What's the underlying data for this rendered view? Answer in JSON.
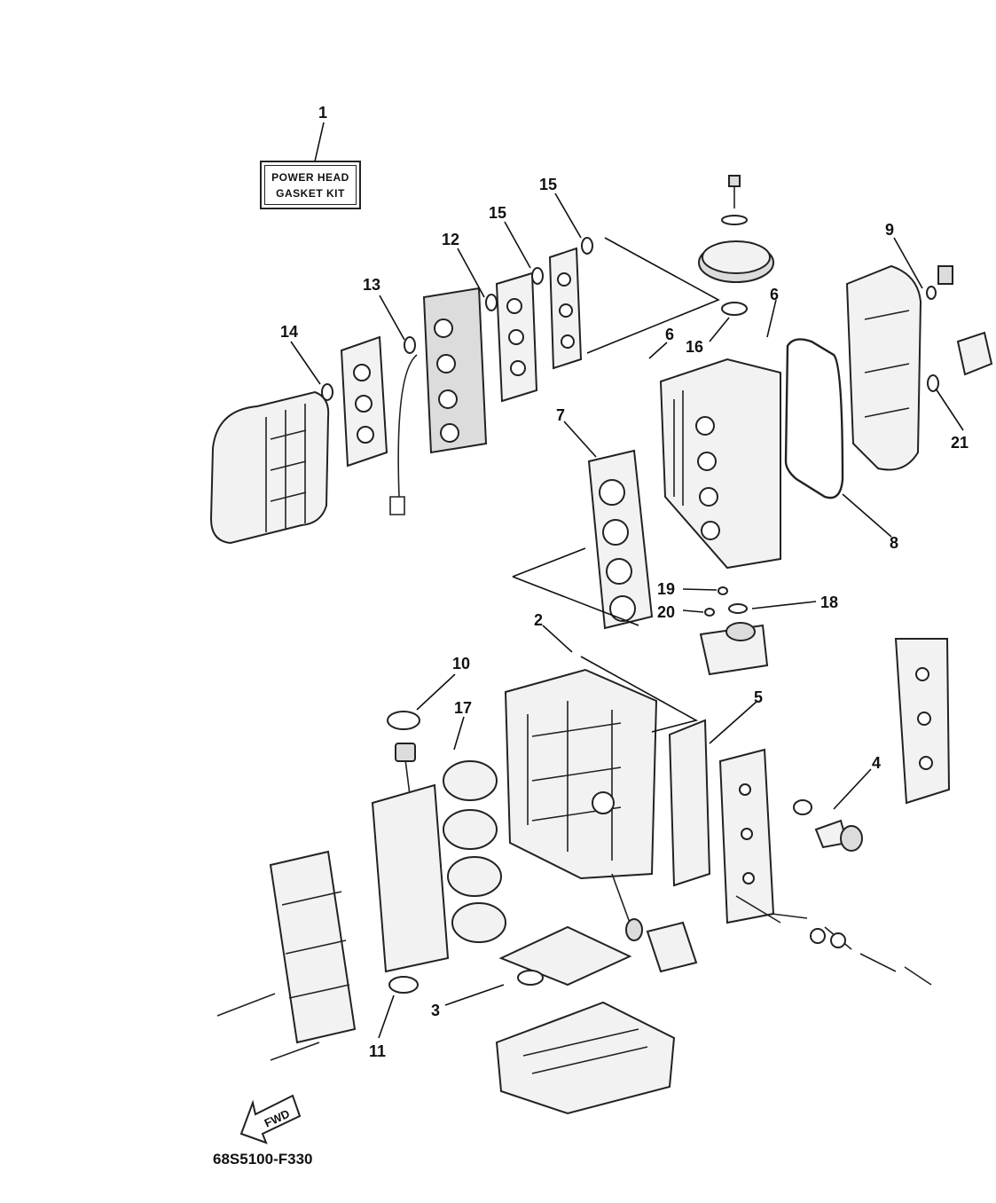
{
  "kit_label": {
    "line1": "POWER HEAD",
    "line2": "GASKET KIT"
  },
  "fwd_label": "FWD",
  "part_code": "68S5100-F330",
  "callouts": [
    "1",
    "2",
    "3",
    "4",
    "5",
    "6",
    "6",
    "7",
    "8",
    "9",
    "10",
    "11",
    "12",
    "13",
    "14",
    "15",
    "15",
    "16",
    "17",
    "18",
    "19",
    "20",
    "21"
  ]
}
